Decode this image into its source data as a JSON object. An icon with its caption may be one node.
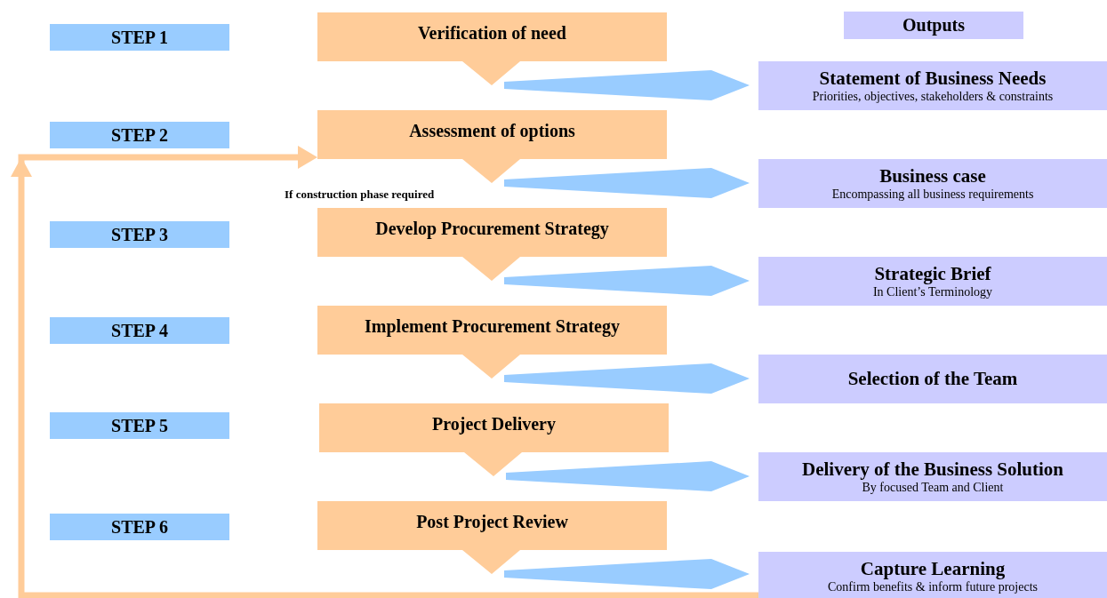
{
  "diagram": {
    "nodes": [
      {
        "text": [
          "STEP 1"
        ]
      },
      {
        "text": [
          "STEP 2"
        ]
      },
      {
        "text": [
          "STEP 3"
        ]
      },
      {
        "text": [
          "STEP 4"
        ]
      },
      {
        "text": [
          "STEP 5"
        ]
      },
      {
        "text": [
          "STEP 6"
        ]
      },
      {
        "text": [
          "Outputs"
        ]
      },
      {
        "text": [
          "Verification of need"
        ]
      },
      {
        "text": [
          "Assessment of options"
        ]
      },
      {
        "text": [
          "Develop Procurement Strategy"
        ]
      },
      {
        "text": [
          "Implement Procurement Strategy"
        ]
      },
      {
        "text": [
          "Project Delivery"
        ]
      },
      {
        "text": [
          "Post Project Review"
        ]
      },
      {
        "text": [
          "Statement of Business Needs",
          "Priorities, objectives, stakeholders & constraints"
        ]
      },
      {
        "text": [
          "Business case",
          "Encompassing all business requirements"
        ]
      },
      {
        "text": [
          "Strategic Brief",
          "In Client’s Terminology"
        ]
      },
      {
        "text": [
          "Selection of the Team"
        ]
      },
      {
        "text": [
          "Delivery of the Business Solution",
          "By focused Team and Client"
        ]
      },
      {
        "text": [
          "Capture Learning",
          "Confirm benefits & inform future projects"
        ]
      }
    ],
    "edges": [
      {
        "from": 7,
        "to": 13,
        "arrow": "to"
      },
      {
        "from": 8,
        "to": 14,
        "arrow": "to"
      },
      {
        "from": 9,
        "to": 15,
        "arrow": "to"
      },
      {
        "from": 10,
        "to": 16,
        "arrow": "to"
      },
      {
        "from": 11,
        "to": 17,
        "arrow": "to"
      },
      {
        "from": 12,
        "to": 18,
        "arrow": "to"
      },
      {
        "from": 18,
        "to": 8,
        "arrow": "to",
        "color": "#ffcc99"
      }
    ],
    "labels": [
      "If  construction phase required"
    ]
  }
}
